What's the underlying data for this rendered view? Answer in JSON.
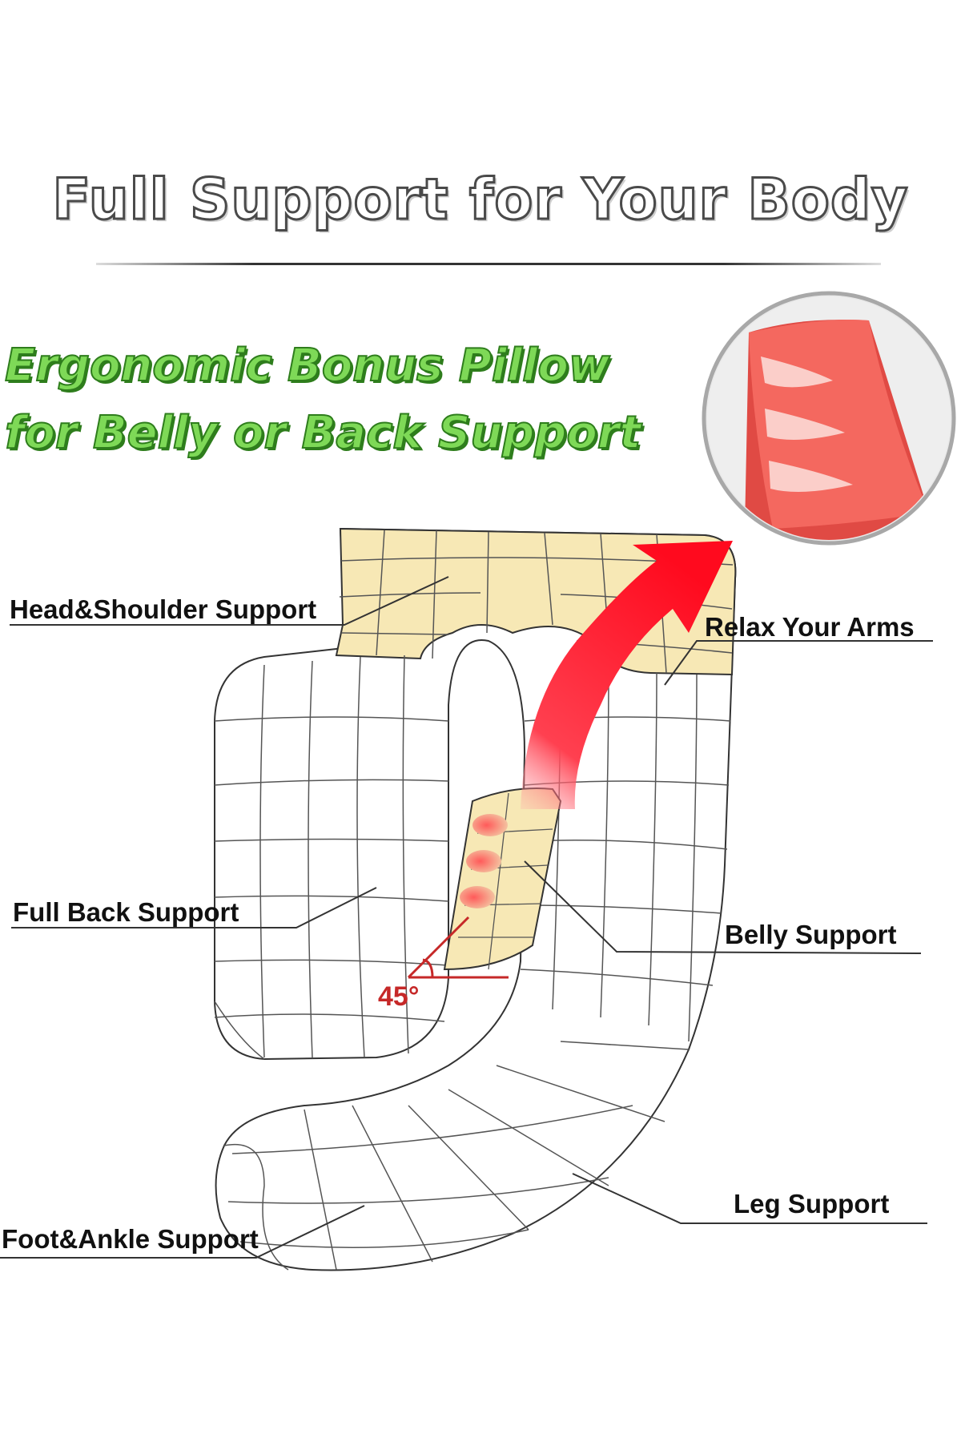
{
  "headline": "Full Support for Your Body",
  "bonus": {
    "line1": "Ergonomic Bonus Pillow",
    "line2": "for Belly or Back Support"
  },
  "callouts": {
    "head_shoulder": "Head&Shoulder Support",
    "relax_arms": "Relax Your Arms",
    "full_back": "Full Back Support",
    "belly": "Belly Support",
    "leg": "Leg Support",
    "foot_ankle": "Foot&Ankle Support"
  },
  "angle": "45°",
  "colors": {
    "headline_fill": "#ffffff",
    "headline_stroke": "#4a4a4a",
    "bonus_green": "#7ed957",
    "bonus_outline": "#2e7d1c",
    "pillow_yellow": "#f7e8b5",
    "arrow_red": "#ff1a2a",
    "wedge_coral": "#f4685f",
    "angle_red": "#c62828"
  }
}
